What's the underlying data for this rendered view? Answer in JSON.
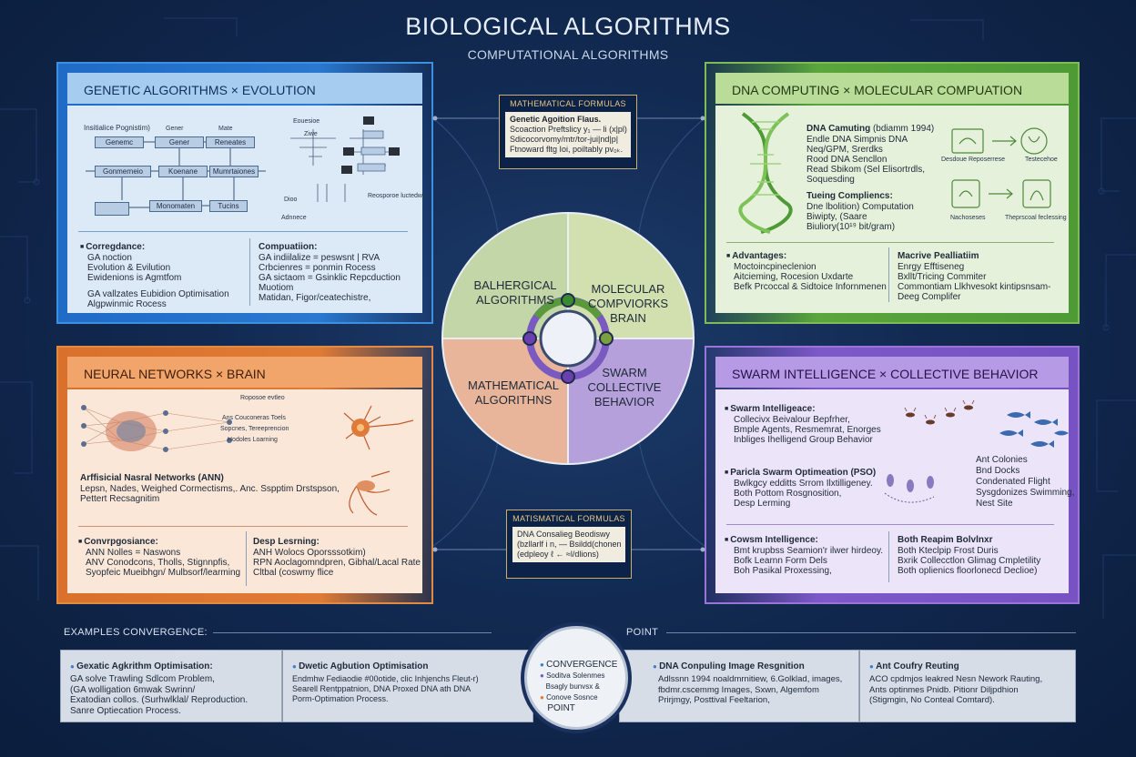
{
  "title": "BIOLOGICAL ALGORITHMS",
  "subtitle": "COMPUTATIONAL ALGORITHMS",
  "colors": {
    "ga": "#2a78d0",
    "dna": "#5aa63c",
    "nn": "#e07b36",
    "swarm": "#7d58c8",
    "background": "#122a52"
  },
  "ga": {
    "header": "GENETIC ALGORITHMS × EVOLUTION",
    "flow": {
      "init": "Insitialice Pognistim)",
      "b1": "Genemc",
      "b2": "Gener",
      "b3": "Reneates",
      "b4": "Gonmerneio",
      "b5": "Koenane",
      "b6": "Mumrtaiones",
      "b7": "Monomaten",
      "b8": "Tucins",
      "l1": "Gener",
      "l2": "Mate",
      "ann": [
        "Eouesioe",
        "Ziwe",
        "Dioo",
        "Adnnece"
      ],
      "tree": "Reosporoe luctedwe"
    },
    "left_head": "Corregdance:",
    "left_lines": [
      "GA noction",
      "Evolution & Evilution",
      "Ewidenions is Agmtfom",
      "",
      "GA vallzates Eubidion Optimisation",
      "Algpwinmic Rocess"
    ],
    "right_head": "Compuatiion:",
    "right_lines": [
      "GA indiilalize = peswsnt | RVA",
      "Crbcienres = ponmin Rocess",
      "GA sictaom = Gsinklic Repcduction",
      "Muotiom",
      "Matidan, Figor/ceatechistre,"
    ]
  },
  "dna": {
    "header": "DNA COMPUTING × MOLECULAR COMPUATION",
    "info_head": "DNA Camuting",
    "info_year": "(bdiamm 1994)",
    "info_lines": [
      "Endle DNA Simpnis DNA",
      "Neq/GPM, Srerdks",
      "Rood DNA Sencllon",
      "Read Sbikom (Sel Elisortrdls,",
      "Soquesding"
    ],
    "tuning_head": "Tueing Compliencs:",
    "tuning_lines": [
      "Dne lbolition) Computation",
      "Biwipty, (Saare",
      "Biuliory(10¹⁹ bit/gram)"
    ],
    "icons": [
      "Desdoue Reposerrese",
      "Testecehoe",
      "Nachoseses",
      "Theprscoal feclessing"
    ],
    "adv_head": "Advantages:",
    "adv_lines": [
      "Moctoincpineclenion",
      "Aitcieming, Rocesion Uxdarte",
      "Befk Prcoccal & Sidtoice Infornmenen"
    ],
    "mac_head": "Macrive Pealliatiim",
    "mac_lines": [
      "Enrgy Efftiseneg",
      "Bxllt/Tricing Commiter",
      "Commontiam Llkhvesokt kintipsnsam-",
      "Deeg Complifer"
    ]
  },
  "nn": {
    "header": "NEURAL NETWORKS × BRAIN",
    "diagram_labels": [
      "Roposoe evtleo",
      "Ans Couconeras Toels",
      "Sopcnes, Tereeprencion",
      "Hodoles Loarning"
    ],
    "ann_head": "Arffisicial Nasral Networks (ANN)",
    "ann_lines": [
      "Lepsn, Nades, Weighed Cormectisms,. Anc. Sspptim Drstspson,",
      "Pettert Recsagnitim"
    ],
    "left_head": "Convrpgosiance:",
    "left_lines": [
      "ANN Nolles = Naswons",
      "ANV Conodcons, Tholls, Stignnpfis,",
      "Syopfeic Mueibhgn/ Mulbsorf/learming"
    ],
    "right_head": "Desp Lesrning:",
    "right_lines": [
      "ANH Wolocs Oporsssotkim)",
      "RPN Aoclagomndpren, Gibhal/Lacal Rate",
      "Cltbal (coswmy flice"
    ]
  },
  "swarm": {
    "header": "SWARM INTELLIGENCE × COLLECTIVE BEHAVIOR",
    "si_head": "Swarm Intelligeace:",
    "si_lines": [
      "Collecivx Beivalour Bepfrher,",
      "Bmple Agents, Resmemrat, Enorges",
      "Inbliges Ihelligend Group Behavior"
    ],
    "ant_labels": [
      "Ant Colonies",
      "Bnd Docks",
      "Condenated Flight",
      "Sysgdonizes Swimming,",
      "Nest Site"
    ],
    "pso_head": "Paricla Swarm Optimeation (PSO)",
    "pso_lines": [
      "Bwlkgcy edditts Srrom Ilxtilligeney.",
      "Both Pottom Rosgnosition,",
      "Desp Lerming"
    ],
    "left_head": "Cowsm Intelligence:",
    "left_lines": [
      "Bmt krupbss Seamion'r ilwer hirdeoy.",
      "Bofk Learnn Form Dels",
      "Boh Pasikal Proxessing,"
    ],
    "right_head": "Both Reapim Bolvlnxr",
    "right_lines": [
      "Both Kteclpip Frost Duris",
      "Bxrik Collecctlon Glimag Cmpletility",
      "Both oplienics floorlonecd Declioe)"
    ]
  },
  "formula_top": {
    "title": "MATHEMATICAL FORMULAS",
    "lines": [
      "Genetic Agoition Flaus.",
      "Scoaction Preftslicy y₁ — li (x|pl)",
      "Sdicocorvomy/mtr/tor-jui|nd|p|",
      "Ftnoward fltg Ioi, poiltably pv₀ₖ."
    ]
  },
  "formula_bottom": {
    "title": "MATISMATICAL FORMULAS",
    "lines": [
      "DNA Consalieg Beodiswy",
      "(bzllarlf i n, — Bsildd(chonen",
      "(edpleoy ℓ ← ≈l/dlions)"
    ]
  },
  "hub": {
    "q1": [
      "BALHERGICAL",
      "ALGORITHMS"
    ],
    "q2": [
      "MOLECULAR",
      "COMPVIORKS",
      "BRAIN"
    ],
    "q3": [
      "MATHEMATICAL",
      "ALGORITHNS"
    ],
    "q4": [
      "SWARM",
      "COLLECTIVE",
      "BEHAVIOR"
    ]
  },
  "examples": {
    "label": "EXAMPLES CONVERGENCE:",
    "point": "POINT",
    "cards": [
      {
        "head": "Gexatic Agkrithm Optimisation:",
        "lines": [
          "GA solve Trawling Sdlcom Problem,",
          "(GA wolligation 6mwak Swrinn/",
          "Exatodian collos. (Surhwlklal/ Reproduction.",
          "Sanre Optiecation Process."
        ]
      },
      {
        "head": "Dwetic Agbution Optimisation",
        "lines": [
          "Endmhw Fediaodie #00otide, clic Inhjenchs Fleut-r)",
          "Searell Rentppatnion, DNA Proxed DNA ath DNA",
          "Porm-Optimation Process."
        ]
      },
      {
        "head": "DNA Conpuling Image Resgnition",
        "lines": [
          "Adlssnn 1994 noaldmrnitiew, 6.Golklad, images,",
          "fbdmr.cscemmg Images, Sxwn, Algemfom",
          "Prirjmgy, Posttival Feeltarion,"
        ]
      },
      {
        "head": "Ant Coufry Reuting",
        "lines": [
          "ACO cpdmjos leakred Nesn Nework Rauting,",
          "Ants optinmes Pnidb. Pitionr Diljpdhion",
          "(Stigmgin, No Conteal Comtard)."
        ]
      }
    ],
    "convergence": {
      "title": "CONVERGENCE",
      "l1": "Soditva Solenmes",
      "l2": "Bsagly bunvsx &",
      "l3": "Conove Sosnce",
      "l4": "POINT"
    }
  }
}
